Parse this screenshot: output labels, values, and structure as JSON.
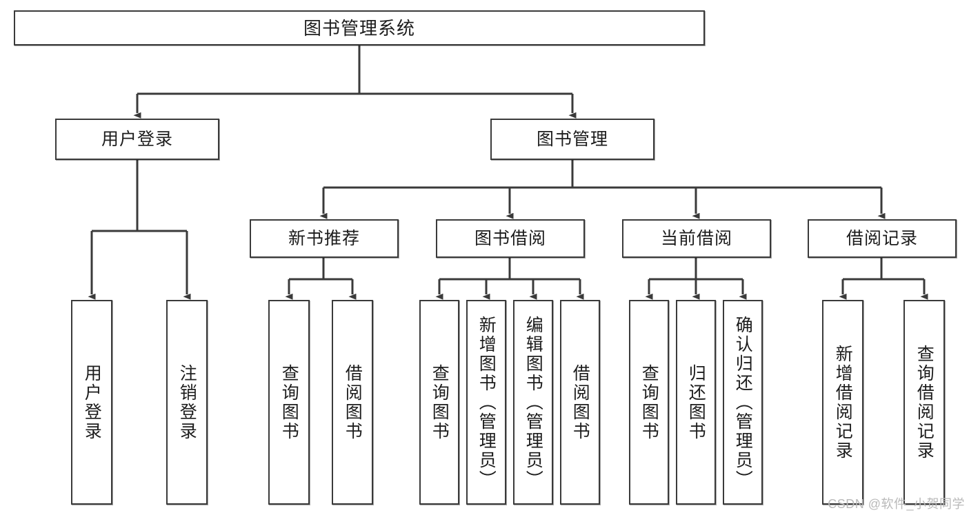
{
  "diagram": {
    "title_text": "图书管理系统",
    "stroke_color": "#3a3a3a",
    "background_color": "#ffffff",
    "text_color": "#1c1c1c",
    "watermark": "CSDN @软件_小贺同学",
    "levels": {
      "level1": "图书管理系统",
      "level2": [
        "用户登录",
        "图书管理"
      ],
      "level3": [
        "新书推荐",
        "图书借阅",
        "当前借阅",
        "借阅记录"
      ]
    },
    "nodes": {
      "root": {
        "label": "图书管理系统"
      },
      "user_login": {
        "label": "用户登录"
      },
      "book_manage": {
        "label": "图书管理"
      },
      "new_book_rec": {
        "label": "新书推荐"
      },
      "book_borrow": {
        "label": "图书借阅"
      },
      "current_borrow": {
        "label": "当前借阅"
      },
      "borrow_record": {
        "label": "借阅记录"
      },
      "leaf_user_login": {
        "label": "用户登录"
      },
      "leaf_logout": {
        "label": "注销登录"
      },
      "leaf_query_book_1": {
        "label": "查询图书"
      },
      "leaf_borrow_book_1": {
        "label": "借阅图书"
      },
      "leaf_query_book_2": {
        "label": "查询图书"
      },
      "leaf_add_book": {
        "label": "新增图书（管理员）"
      },
      "leaf_edit_book": {
        "label": "编辑图书（管理员）"
      },
      "leaf_borrow_book_2": {
        "label": "借阅图书"
      },
      "leaf_query_book_3": {
        "label": "查询图书"
      },
      "leaf_return_book": {
        "label": "归还图书"
      },
      "leaf_confirm_return": {
        "label": "确认归还（管理员）"
      },
      "leaf_add_record": {
        "label": "新增借阅记录"
      },
      "leaf_query_record": {
        "label": "查询借阅记录"
      }
    },
    "edges": [
      {
        "from": "root",
        "to": "user_login"
      },
      {
        "from": "root",
        "to": "book_manage"
      },
      {
        "from": "user_login",
        "to": "leaf_user_login"
      },
      {
        "from": "user_login",
        "to": "leaf_logout"
      },
      {
        "from": "book_manage",
        "to": "new_book_rec"
      },
      {
        "from": "book_manage",
        "to": "book_borrow"
      },
      {
        "from": "book_manage",
        "to": "current_borrow"
      },
      {
        "from": "book_manage",
        "to": "borrow_record"
      },
      {
        "from": "new_book_rec",
        "to": "leaf_query_book_1"
      },
      {
        "from": "new_book_rec",
        "to": "leaf_borrow_book_1"
      },
      {
        "from": "book_borrow",
        "to": "leaf_query_book_2"
      },
      {
        "from": "book_borrow",
        "to": "leaf_add_book"
      },
      {
        "from": "book_borrow",
        "to": "leaf_edit_book"
      },
      {
        "from": "book_borrow",
        "to": "leaf_borrow_book_2"
      },
      {
        "from": "current_borrow",
        "to": "leaf_query_book_3"
      },
      {
        "from": "current_borrow",
        "to": "leaf_return_book"
      },
      {
        "from": "current_borrow",
        "to": "leaf_confirm_return"
      },
      {
        "from": "borrow_record",
        "to": "leaf_add_record"
      },
      {
        "from": "borrow_record",
        "to": "leaf_query_record"
      }
    ]
  }
}
